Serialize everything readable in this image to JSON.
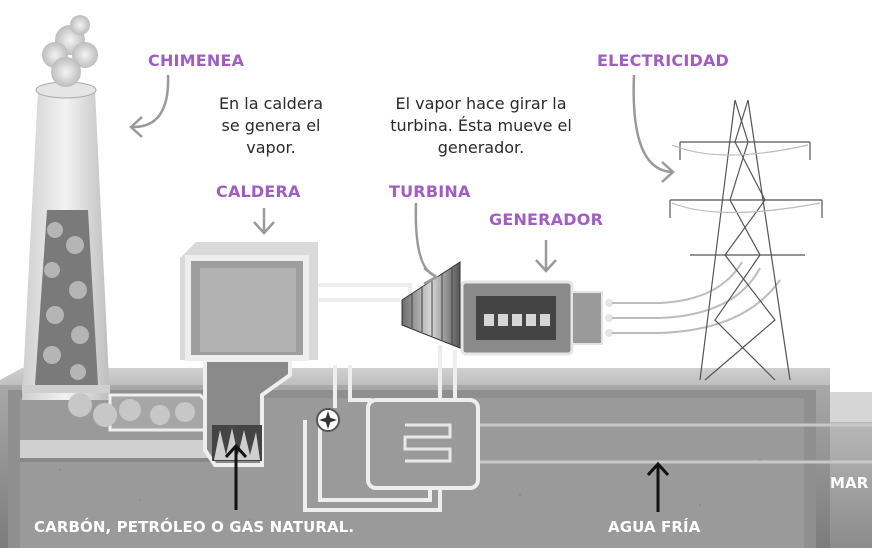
{
  "labels": {
    "chimenea": "CHIMENEA",
    "electricidad": "ELECTRICIDAD",
    "caldera": "CALDERA",
    "turbina": "TURBINA",
    "generador": "GENERADOR",
    "combustible": "CARBÓN, PETRÓLEO O GAS NATURAL.",
    "agua": "AGUA FRÍA",
    "mar": "MAR"
  },
  "notes": {
    "caldera_lines": [
      "En la caldera",
      "se genera el",
      "vapor."
    ],
    "turbina_lines": [
      "El vapor hace girar la",
      "turbina. Ésta mueve el",
      "generador."
    ]
  },
  "colors": {
    "label_purple": "#a05ec3",
    "concrete": "#8e8e8e",
    "arrow_gray": "#9a9a9a"
  }
}
